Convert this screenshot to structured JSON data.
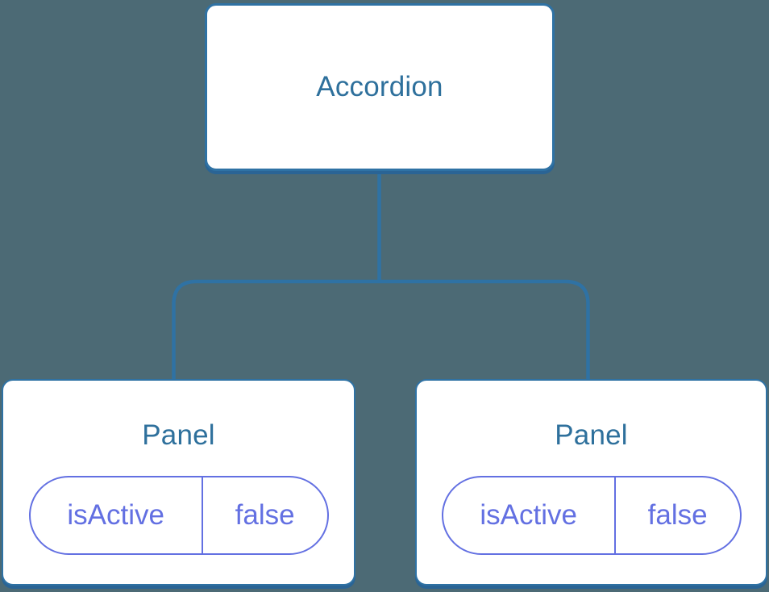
{
  "diagram": {
    "colors": {
      "background": "#4C6A75",
      "line": "#2F72A4",
      "node-bg": "#FFFFFF",
      "node-border": "#2F72A4",
      "node-shadow": "#2A6495",
      "title": "#2E709C",
      "prop": "#6370E2"
    },
    "root": {
      "label": "Accordion"
    },
    "children": [
      {
        "label": "Panel",
        "props": [
          {
            "name": "isActive",
            "value": "false"
          }
        ]
      },
      {
        "label": "Panel",
        "props": [
          {
            "name": "isActive",
            "value": "false"
          }
        ]
      }
    ]
  }
}
